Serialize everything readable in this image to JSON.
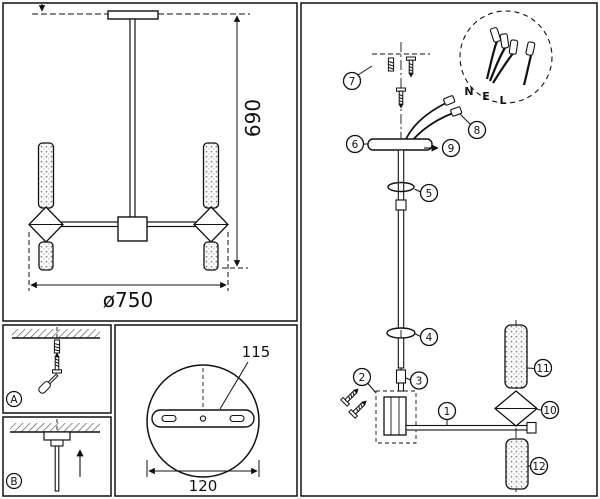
{
  "overview": {
    "height_dim": "690",
    "diameter_dim": "ø750"
  },
  "detail_a": {
    "label": "A"
  },
  "detail_b": {
    "label": "B"
  },
  "canopy_detail": {
    "width_dim": "115",
    "base_dim": "120"
  },
  "assembly": {
    "wire_n": "N",
    "wire_e": "E",
    "wire_l": "L",
    "callouts": {
      "c1": "1",
      "c2": "2",
      "c3": "3",
      "c4": "4",
      "c5": "5",
      "c6": "6",
      "c7": "7",
      "c8": "8",
      "c9": "9",
      "c10": "10",
      "c11": "11",
      "c12": "12"
    }
  }
}
